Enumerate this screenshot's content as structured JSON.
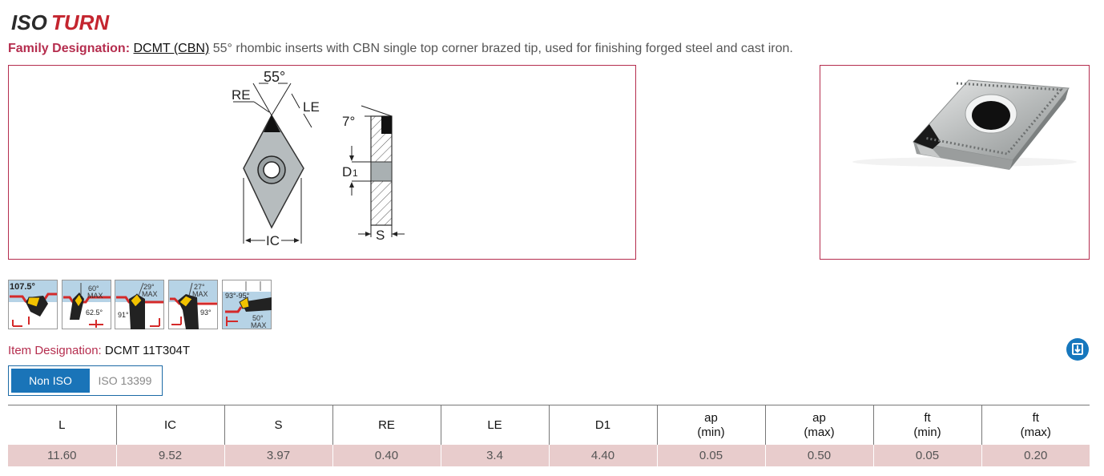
{
  "brand": {
    "logo_iso": "ISO",
    "logo_turn": "TURN"
  },
  "family": {
    "label": "Family Designation:",
    "code": "DCMT (CBN)",
    "description": "55° rhombic inserts with CBN single top corner brazed tip, used for finishing forged steel and cast iron."
  },
  "drawing": {
    "angle": "55°",
    "re": "RE",
    "le": "LE",
    "ic": "IC",
    "clearance": "7°",
    "d1_main": "D",
    "d1_sub": "1",
    "s": "S"
  },
  "applications": [
    {
      "icon": "107-5-profiling-icon",
      "label": "107.5°"
    },
    {
      "icon": "62-5-copying-icon",
      "label_top": "60°",
      "label_top2": "MAX",
      "label_bottom": "62.5°"
    },
    {
      "icon": "91-turning-icon",
      "label_top": "29°",
      "label_top2": "MAX",
      "label_bottom": "91°"
    },
    {
      "icon": "93-turning-icon",
      "label_top": "27°",
      "label_top2": "MAX",
      "label_bottom": "93°"
    },
    {
      "icon": "93-95-boring-icon",
      "label_top": "93°-95°",
      "label_bottom": "50°",
      "label_bottom2": "MAX"
    }
  ],
  "item": {
    "label": "Item Designation:",
    "value": "DCMT 11T304T"
  },
  "standard_toggle": {
    "active": "Non ISO",
    "inactive": "ISO 13399"
  },
  "table": {
    "headers": [
      {
        "l1": "L",
        "l2": ""
      },
      {
        "l1": "IC",
        "l2": ""
      },
      {
        "l1": "S",
        "l2": ""
      },
      {
        "l1": "RE",
        "l2": ""
      },
      {
        "l1": "LE",
        "l2": ""
      },
      {
        "l1": "D1",
        "l2": ""
      },
      {
        "l1": "ap",
        "l2": "(min)"
      },
      {
        "l1": "ap",
        "l2": "(max)"
      },
      {
        "l1": "ft",
        "l2": "(min)"
      },
      {
        "l1": "ft",
        "l2": "(max)"
      }
    ],
    "values": [
      "11.60",
      "9.52",
      "3.97",
      "0.40",
      "3.4",
      "4.40",
      "0.05",
      "0.50",
      "0.05",
      "0.20"
    ]
  },
  "colors": {
    "accent": "#b52d4e",
    "primary_blue": "#1a74b8",
    "row_bg": "#e8cccc",
    "tip_yellow": "#f2c200",
    "cut_red": "#d42a2a"
  }
}
